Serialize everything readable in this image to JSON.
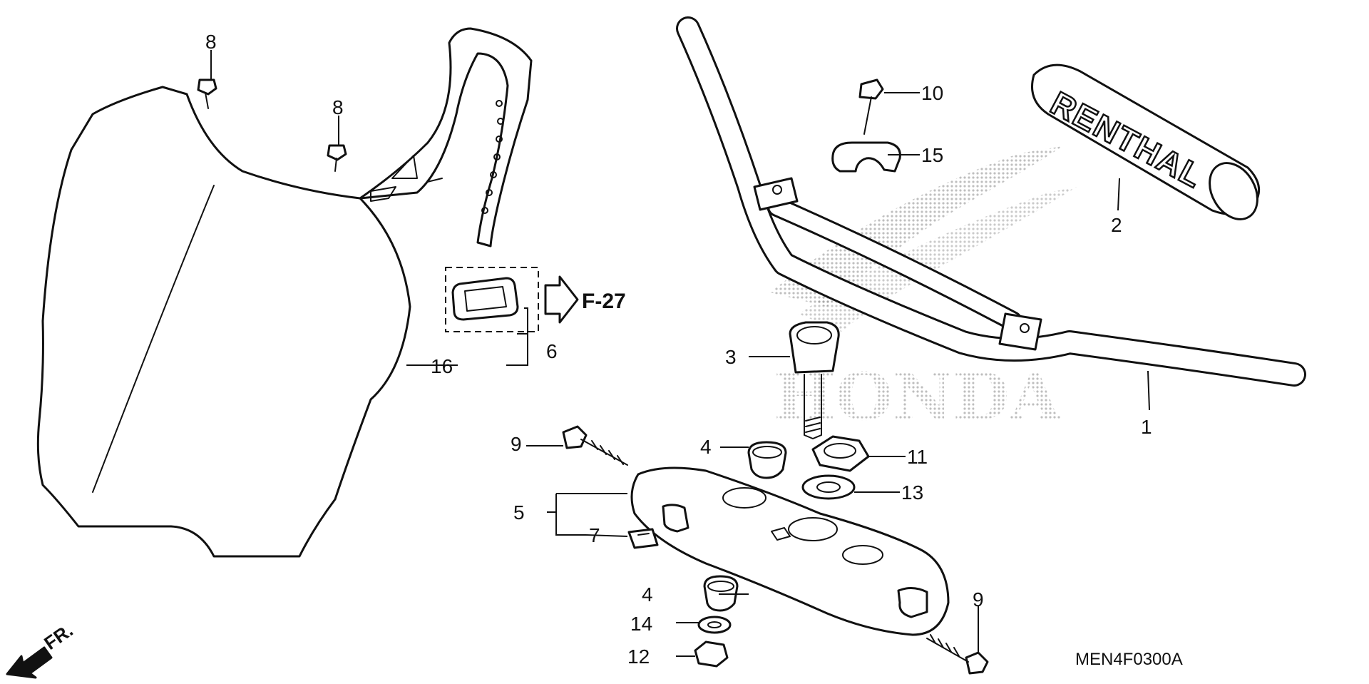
{
  "callouts": [
    {
      "id": "1",
      "label": "1"
    },
    {
      "id": "2",
      "label": "2"
    },
    {
      "id": "3",
      "label": "3"
    },
    {
      "id": "4a",
      "label": "4"
    },
    {
      "id": "4b",
      "label": "4"
    },
    {
      "id": "5",
      "label": "5"
    },
    {
      "id": "6",
      "label": "6"
    },
    {
      "id": "7",
      "label": "7"
    },
    {
      "id": "8a",
      "label": "8"
    },
    {
      "id": "8b",
      "label": "8"
    },
    {
      "id": "9a",
      "label": "9"
    },
    {
      "id": "9b",
      "label": "9"
    },
    {
      "id": "10",
      "label": "10"
    },
    {
      "id": "11",
      "label": "11"
    },
    {
      "id": "12",
      "label": "12"
    },
    {
      "id": "13",
      "label": "13"
    },
    {
      "id": "14",
      "label": "14"
    },
    {
      "id": "15",
      "label": "15"
    },
    {
      "id": "16",
      "label": "16"
    }
  ],
  "reference": {
    "label": "F-27"
  },
  "direction_label": "FR.",
  "drawing_code": "MEN4F0300A",
  "grip_brand": "RENTHAL",
  "watermark": "HONDA",
  "colors": {
    "line": "#111111",
    "background": "#ffffff",
    "watermark_dots": "#8a8a8a"
  }
}
